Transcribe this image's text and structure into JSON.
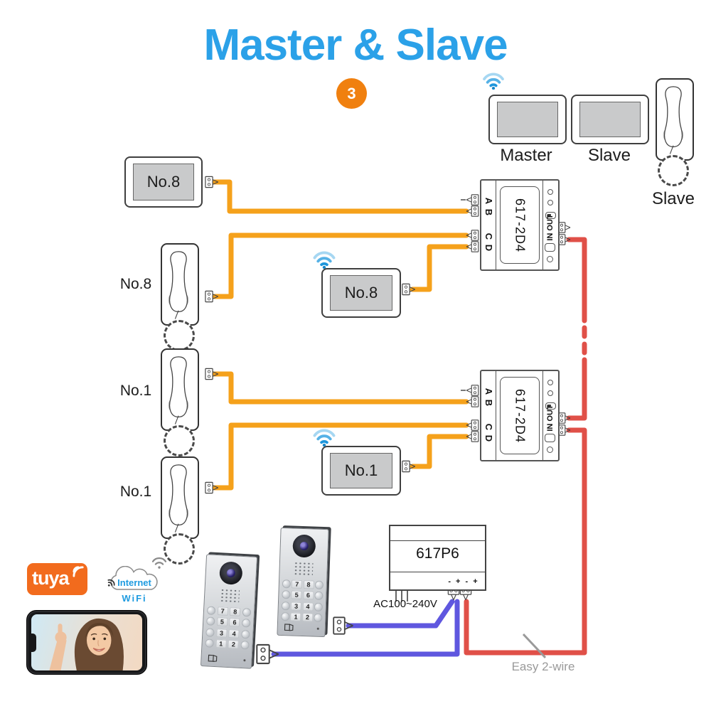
{
  "title": {
    "text": "Master & Slave",
    "badge": "3"
  },
  "colors": {
    "title_blue": "#2BA1E8",
    "badge_orange": "#F0800F",
    "wire_orange": "#F5A11B",
    "wire_red": "#E05048",
    "wire_blue": "#5F57DF",
    "tuya_orange": "#F26B1D",
    "wifi_blue": "#1E9BE0",
    "screen_gray": "#C9CACB"
  },
  "top_right": {
    "master_label": "Master",
    "slave_label": "Slave",
    "slave_handset_label": "Slave"
  },
  "left_column": {
    "monitor_label": "No.8",
    "handset1_label": "No.8",
    "handset2_label": "No.1",
    "handset3_label": "No.1"
  },
  "middle": {
    "monitor1_label": "No.8",
    "monitor2_label": "No.1"
  },
  "distributor": {
    "model": "617-2D4",
    "terminals": [
      "A",
      "B",
      "C",
      "D"
    ],
    "io_label": "IN OUT"
  },
  "power_supply": {
    "model": "617P6",
    "ac_label": "AC100~240V",
    "polarity_label": "- + - +"
  },
  "door_station": {
    "keypad": [
      [
        "7",
        "8"
      ],
      [
        "5",
        "6"
      ],
      [
        "3",
        "4"
      ],
      [
        "1",
        "2"
      ]
    ]
  },
  "branding": {
    "tuya": "tuya",
    "internet": "Internet",
    "wifi": "WiFi"
  },
  "notes": {
    "easy_wire": "Easy 2-wire"
  }
}
